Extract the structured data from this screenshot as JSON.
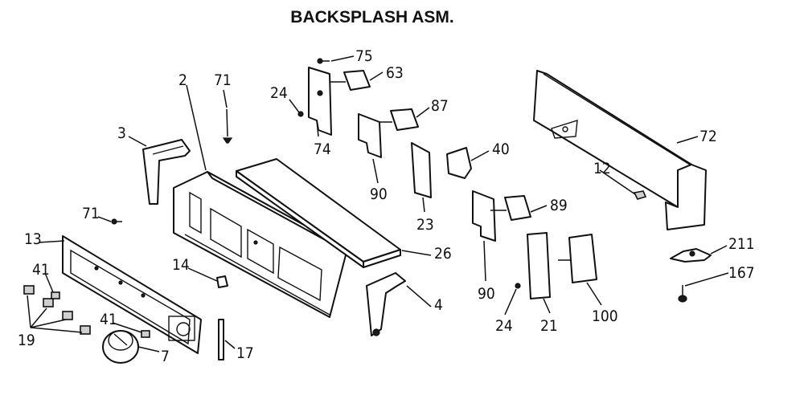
{
  "title": "BACKSPLASH ASM.",
  "callouts": [
    "75",
    "63",
    "71",
    "2",
    "24",
    "87",
    "74",
    "3",
    "40",
    "72",
    "90",
    "12",
    "23",
    "89",
    "71",
    "26",
    "211",
    "13",
    "14",
    "90",
    "167",
    "41",
    "4",
    "19",
    "41",
    "24",
    "21",
    "100",
    "7",
    "17"
  ]
}
